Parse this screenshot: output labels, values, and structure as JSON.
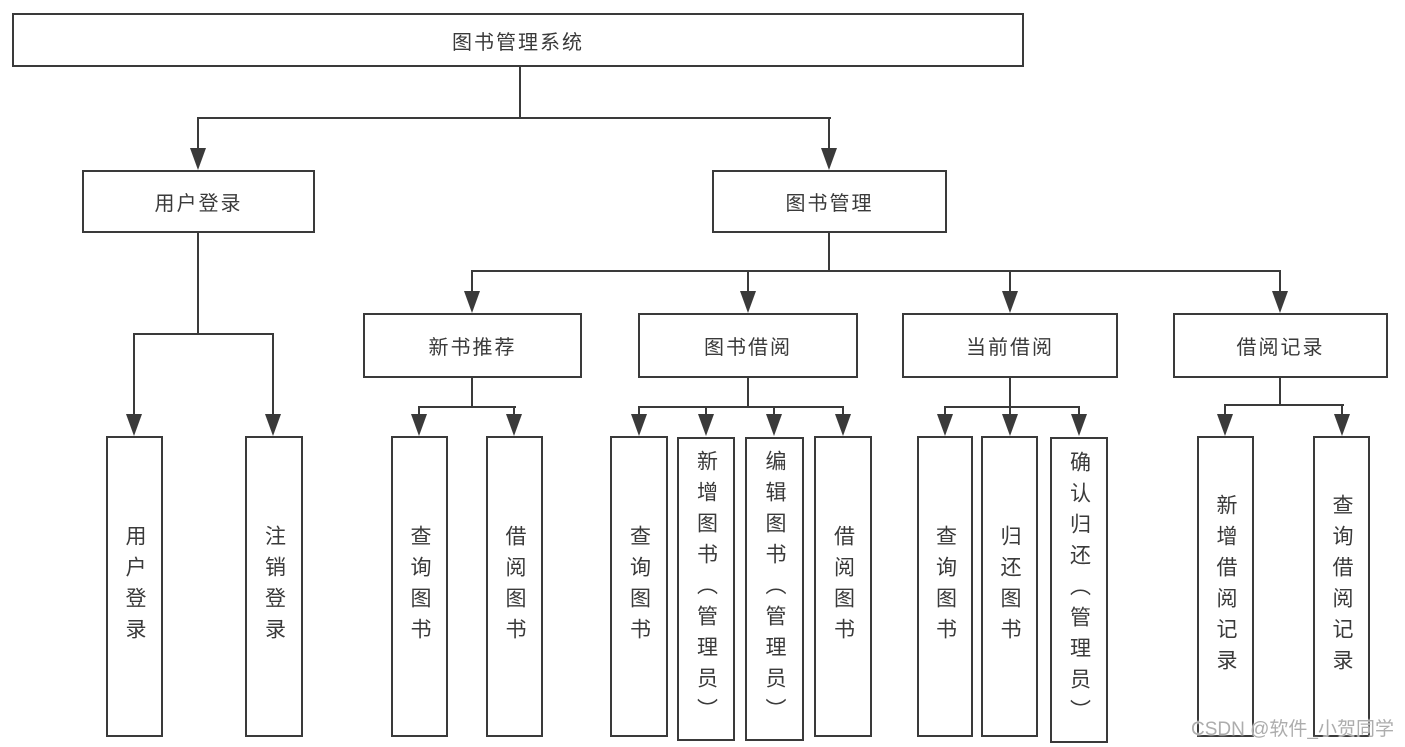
{
  "tree": {
    "label": "图书管理系统",
    "children": [
      {
        "label": "用户登录",
        "children": [
          {
            "label": "用户登录"
          },
          {
            "label": "注销登录"
          }
        ]
      },
      {
        "label": "图书管理",
        "children": [
          {
            "label": "新书推荐",
            "children": [
              {
                "label": "查询图书"
              },
              {
                "label": "借阅图书"
              }
            ]
          },
          {
            "label": "图书借阅",
            "children": [
              {
                "label": "查询图书"
              },
              {
                "label": "新增图书（管理员）"
              },
              {
                "label": "编辑图书（管理员）"
              },
              {
                "label": "借阅图书"
              }
            ]
          },
          {
            "label": "当前借阅",
            "children": [
              {
                "label": "查询图书"
              },
              {
                "label": "归还图书"
              },
              {
                "label": "确认归还（管理员）"
              }
            ]
          },
          {
            "label": "借阅记录",
            "children": [
              {
                "label": "新增借阅记录"
              },
              {
                "label": "查询借阅记录"
              }
            ]
          }
        ]
      }
    ]
  },
  "watermark": "CSDN @软件_小贺同学",
  "colors": {
    "line": "#3a3a3a",
    "text": "#3a3a3a",
    "background": "#ffffff",
    "watermark": "#adadad"
  }
}
